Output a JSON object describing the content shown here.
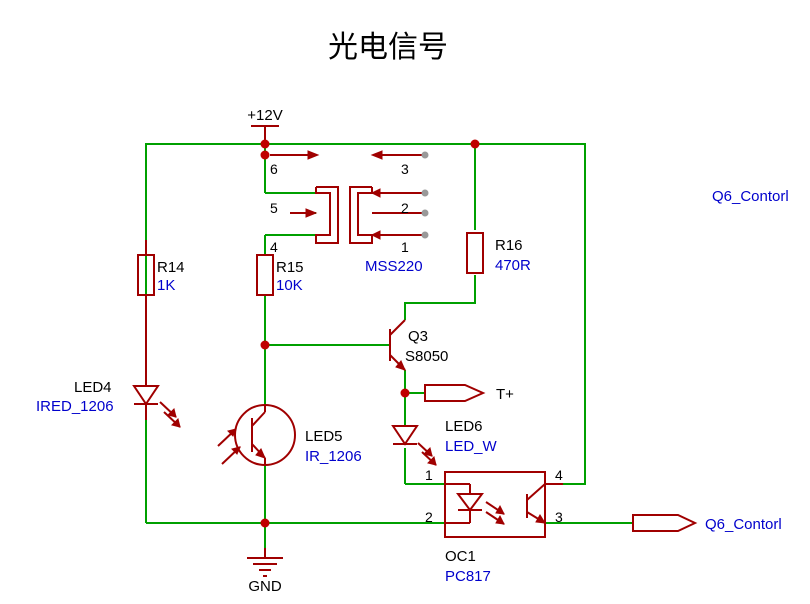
{
  "title": "光电信号",
  "net_labels": {
    "vcc": "+12V",
    "gnd": "GND",
    "tplus": "T+",
    "q6_out": "Q6_Contorl",
    "q6_floating": "Q6_Contorl"
  },
  "components": {
    "r14": {
      "ref": "R14",
      "value": "1K"
    },
    "r15": {
      "ref": "R15",
      "value": "10K"
    },
    "r16": {
      "ref": "R16",
      "value": "470R"
    },
    "led4": {
      "ref": "LED4",
      "value": "IRED_1206"
    },
    "led5": {
      "ref": "LED5",
      "value": "IR_1206"
    },
    "led6": {
      "ref": "LED6",
      "value": "LED_W"
    },
    "q3": {
      "ref": "Q3",
      "value": "S8050"
    },
    "sw": {
      "value": "MSS220"
    },
    "oc1": {
      "ref": "OC1",
      "value": "PC817"
    }
  },
  "pins": {
    "sw_1": "1",
    "sw_2": "2",
    "sw_3": "3",
    "sw_4": "4",
    "sw_5": "5",
    "sw_6": "6",
    "oc_1": "1",
    "oc_2": "2",
    "oc_3": "3",
    "oc_4": "4"
  },
  "colors": {
    "wire": "#00a000",
    "component": "#a00000",
    "label_blue": "#0000cc",
    "junction": "#c00000"
  }
}
